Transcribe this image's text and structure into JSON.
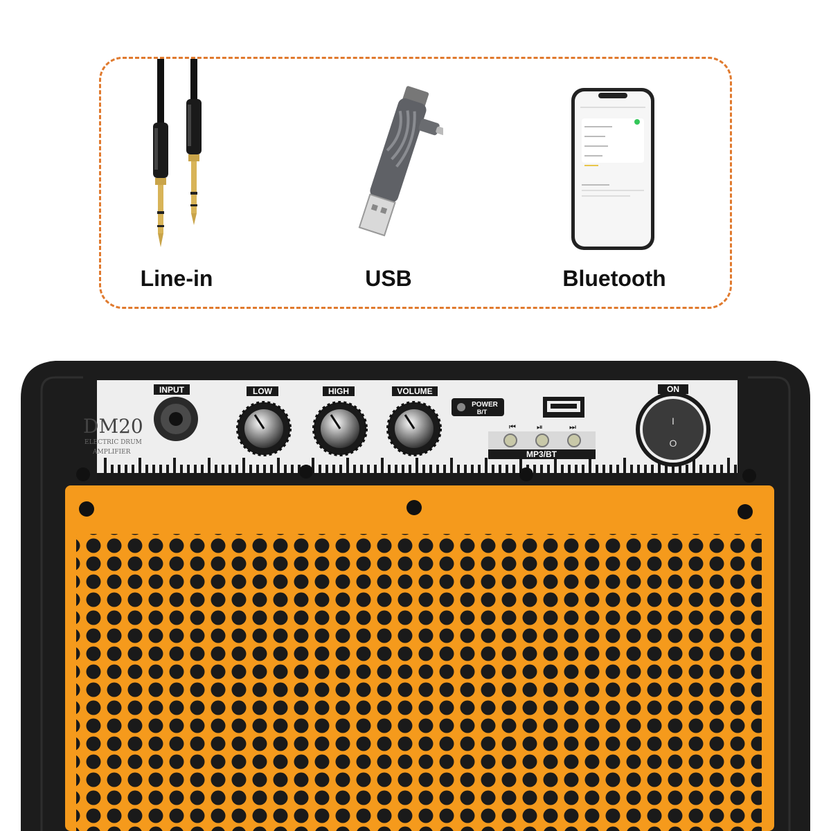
{
  "inputs": [
    {
      "label": "Line-in",
      "icon": "audio-cable-icon"
    },
    {
      "label": "USB",
      "icon": "usb-drive-icon"
    },
    {
      "label": "Bluetooth",
      "icon": "smartphone-icon"
    }
  ],
  "amp": {
    "model": "DM20",
    "subtitle_line1": "ELECTRIC DRUM",
    "subtitle_line2": "AMPLIFIER",
    "input_label": "INPUT",
    "knobs": [
      {
        "label": "LOW"
      },
      {
        "label": "HIGH"
      },
      {
        "label": "VOLUME"
      }
    ],
    "power_bt_label_line1": "POWER",
    "power_bt_label_line2": "B/T",
    "mp3_bt_label": "MP3/BT",
    "on_label": "ON",
    "switch_top_symbol": "I",
    "switch_bottom_symbol": "O"
  },
  "colors": {
    "accent_dashed": "#e07a2e",
    "grille_orange": "#f59a1c",
    "cabinet_black": "#1c1c1c",
    "panel_silver": "#eeeeee"
  }
}
